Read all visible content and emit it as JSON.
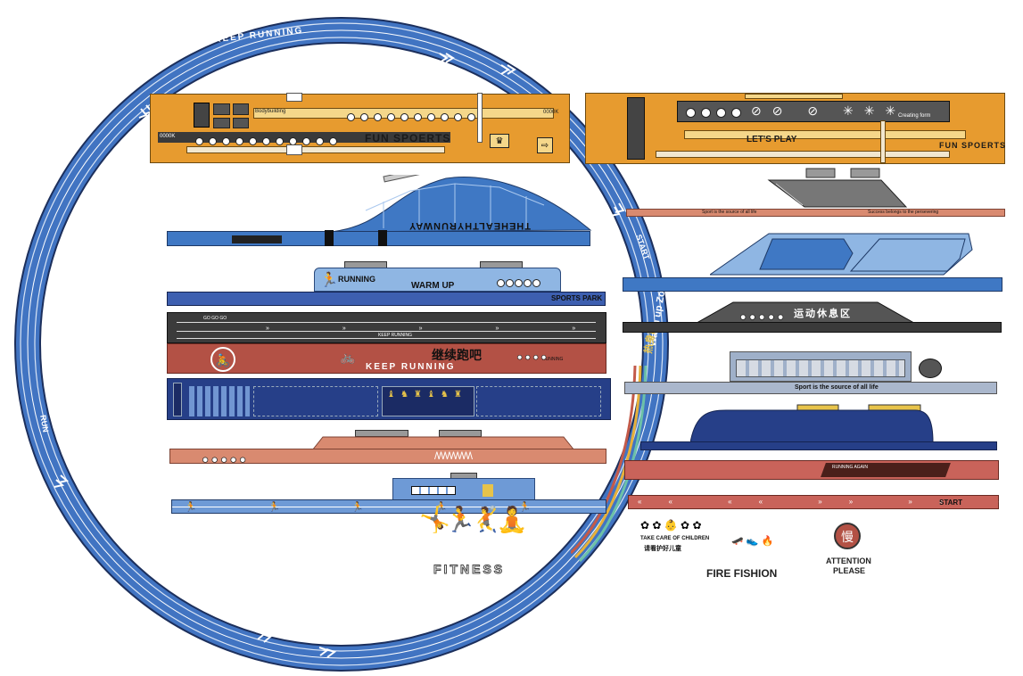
{
  "ring": {
    "top_text": "KEEP RUNNING",
    "left_text": "RUN",
    "right_top_text": "START",
    "right_zone_text": "Warm up Zone",
    "right_cn": "热身区"
  },
  "colors": {
    "orange": "#e79b2f",
    "blue": "#3f78c4",
    "navy": "#263f88",
    "rust": "#b35145",
    "salmon": "#d98a70",
    "ring": "#4174c2"
  },
  "panels": {
    "orange_left": {
      "label_a": "Bodybuilding",
      "title": "FUN SPOERTS",
      "small": "0000K",
      "small2": "0000K"
    },
    "orange_right": {
      "title": "LET'S PLAY",
      "title2": "FUN SPOERTS",
      "small": "Creating form"
    },
    "stadium": {
      "title": "THEHEALTHYRUNWAY"
    },
    "warmup": {
      "running": "RUNNING",
      "warm_up": "WARM UP",
      "park": "SPORTS PARK"
    },
    "track": {
      "go": "GO GO GO",
      "mid": "KEEP RUNNING"
    },
    "rust_band": {
      "title": "KEEP RUNNING",
      "cn": "继续跑吧",
      "small": "RUNNING"
    },
    "right_bars": {
      "sport_left": "Sport is the source of all life",
      "sport_right": "Success belongs to the persevering",
      "rest_cn": "运动休息区",
      "sport2": "Sport is the source of all life",
      "running_again": "RUNNING AGAIN",
      "start": "START"
    },
    "bottom": {
      "fitness": "FITNESS",
      "fire": "FIRE FISHION",
      "attention1": "ATTENTION",
      "attention2": "PLEASE",
      "slow_cn": "慢",
      "take_care": "TAKE CARE OF CHILDREN",
      "care_cn": "请看护好儿童"
    }
  }
}
